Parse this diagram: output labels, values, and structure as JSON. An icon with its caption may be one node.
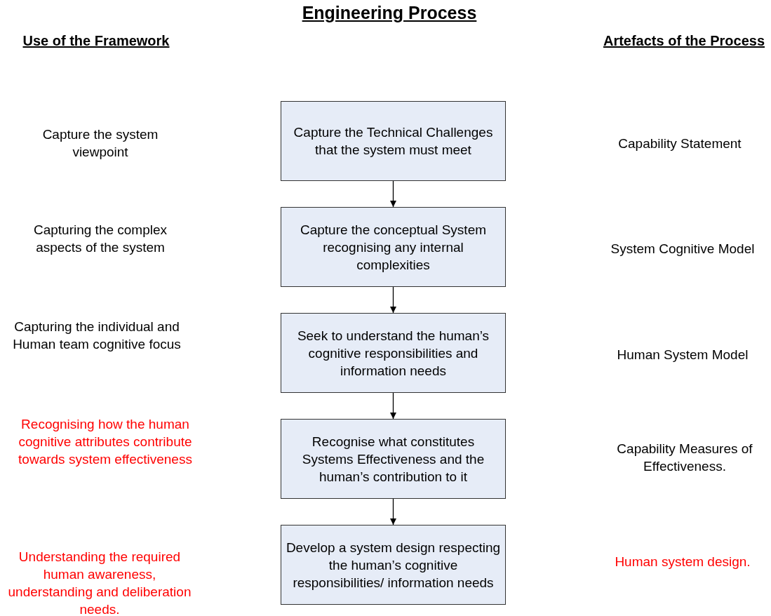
{
  "diagram": {
    "title": "Engineering Process",
    "nodes": [
      {
        "text": [
          "Capture the Technical Challenges that the system must meet"
        ]
      },
      {
        "text": [
          "Capture the conceptual System recognising any internal complexities"
        ]
      },
      {
        "text": [
          "Seek to understand the human’s cognitive responsibilities and information needs"
        ]
      },
      {
        "text": [
          "Recognise what constitutes Systems Effectiveness and the human’s contribution to it"
        ]
      },
      {
        "text": [
          "Develop a system design respecting the human’s cognitive responsibilities/ information needs"
        ]
      }
    ],
    "edges": [
      {
        "from": 0,
        "to": 1,
        "arrow": "to"
      },
      {
        "from": 1,
        "to": 2,
        "arrow": "to"
      },
      {
        "from": 2,
        "to": 3,
        "arrow": "to"
      },
      {
        "from": 3,
        "to": 4,
        "arrow": "to"
      }
    ],
    "labels": [
      "Use of the Framework",
      "Artefacts of the Process",
      "Capture the system viewpoint",
      "Capability Statement",
      "Capturing the complex aspects of the system",
      "System Cognitive Model",
      "Capturing the individual and Human team cognitive focus",
      "Human System Model",
      "Recognising how the human cognitive attributes contribute towards system effectiveness",
      "Capability Measures of Effectiveness.",
      "Understanding the required human awareness, understanding and deliberation needs.",
      "Human system design."
    ]
  }
}
